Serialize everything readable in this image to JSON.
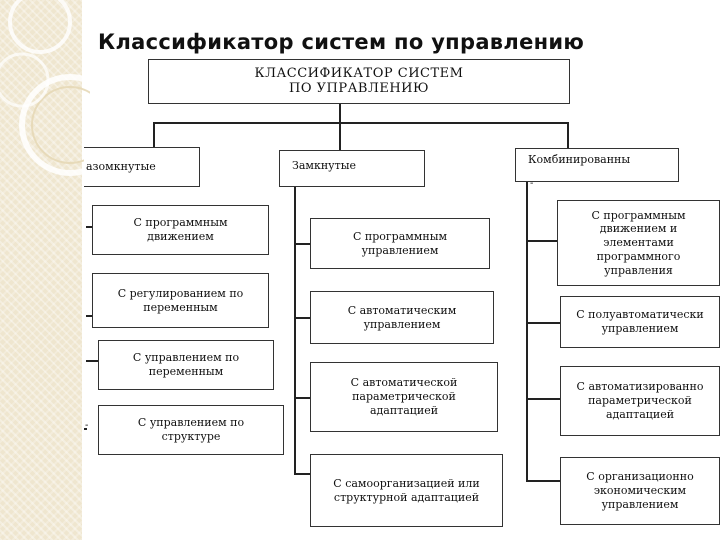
{
  "slide_title": "Классификатор систем по управлению",
  "root": {
    "line1": "КЛАССИФИКАТОР  СИСТЕМ",
    "line2": "ПО УПРАВЛЕНИЮ"
  },
  "categories": {
    "open": {
      "label": "азомкнутые",
      "items": [
        "С программным движением",
        "С регулированием по переменным",
        "С управлением по переменным",
        "С управлением по структуре"
      ]
    },
    "closed": {
      "label": "Замкнутые",
      "items": [
        "С программным управлением",
        "С автоматическим управлением",
        "С автоматической параметрической адаптацией",
        "С самоорганизацией или структурной адаптацией"
      ]
    },
    "combined": {
      "label": "Комбинированны",
      "label_tail": "-",
      "items": [
        "С программным движением и элементами программного управления",
        "С полуавтоматически управлением",
        "С автоматизированно параметрической адаптацией",
        "С организационно экономическим управлением"
      ]
    }
  },
  "marker": "-"
}
